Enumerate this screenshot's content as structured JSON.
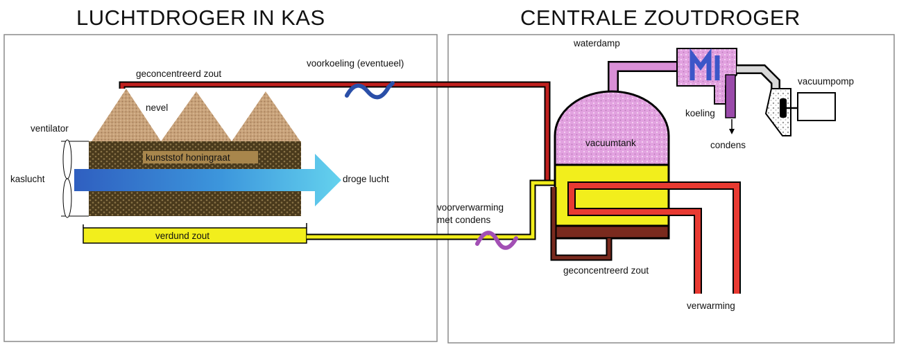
{
  "titles": {
    "left": "LUCHTDROGER IN KAS",
    "right": "CENTRALE ZOUTDROGER"
  },
  "labels": {
    "geconcentreerd_zout_top": "geconcentreerd zout",
    "voorkoeling": "voorkoeling (eventueel)",
    "nevel": "nevel",
    "ventilator": "ventilator",
    "kaslucht": "kaslucht",
    "kunststof_honingraat": "kunststof honingraat",
    "droge_lucht": "droge lucht",
    "verdund_zout": "verdund zout",
    "waterdamp": "waterdamp",
    "vacuumpomp": "vacuumpomp",
    "koeling": "koeling",
    "condens": "condens",
    "vacuumtank": "vacuumtank",
    "voorverwarming_line1": "voorverwarming",
    "voorverwarming_line2": "met condens",
    "geconcentreerd_zout_bottom": "geconcentreerd zout",
    "verwarming": "verwarming"
  },
  "colors": {
    "concentrated_salt_pipe": "#c0201e",
    "pipe_outline": "#000000",
    "diluted_salt": "#f2ee1c",
    "vapor": "#d98fd6",
    "vacuum_tank": "#e2a2e0",
    "honeycomb": "#4a3a1c",
    "mist": "#c8a27a",
    "heating_pipe": "#e83a32",
    "cooling_coil": "#3c56c8",
    "precool_wave": "#2a4fa8",
    "preheat_wave": "#a24fb4",
    "tank_bottom": "#7a2a1e"
  }
}
